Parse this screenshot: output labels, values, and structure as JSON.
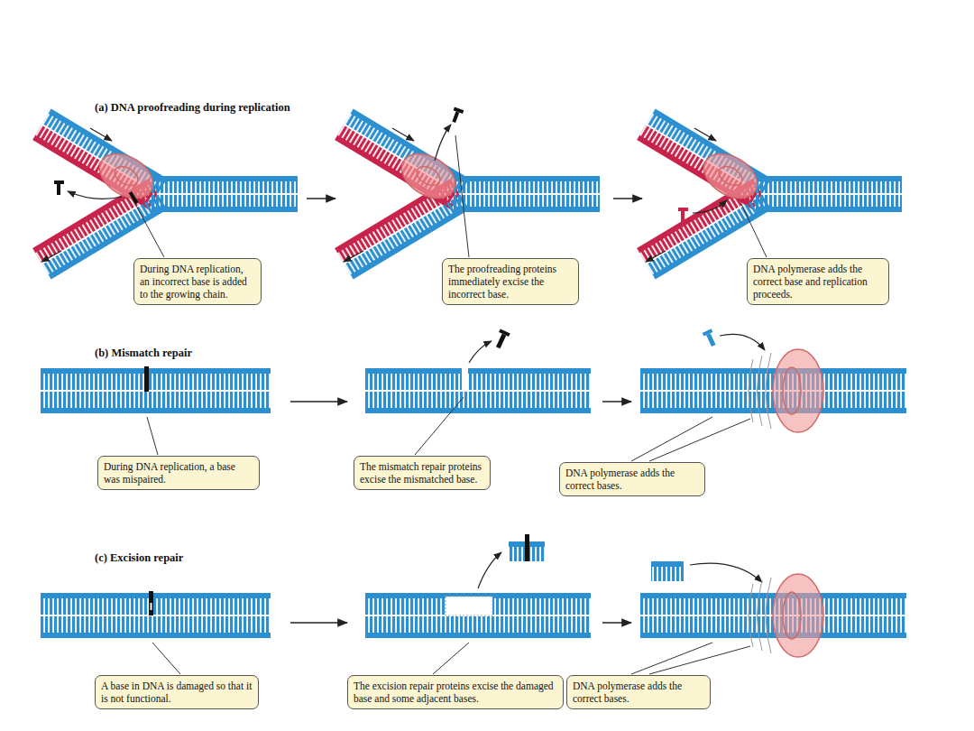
{
  "diagram": {
    "nodes": [
      {
        "text": [
          "During DNA replication, an incorrect base is added to the growing chain."
        ]
      },
      {
        "text": [
          "The proofreading proteins immediately excise the incorrect base."
        ]
      },
      {
        "text": [
          "DNA polymerase adds the correct base and replication proceeds."
        ]
      },
      {
        "text": [
          "During DNA replication, a base was mispaired."
        ]
      },
      {
        "text": [
          "The mismatch repair proteins excise the mismatched base."
        ]
      },
      {
        "text": [
          "DNA polymerase adds the correct bases."
        ]
      },
      {
        "text": [
          "A base in DNA is damaged so that it is not functional."
        ]
      },
      {
        "text": [
          "The excision repair proteins excise the damaged base and some adjacent bases."
        ]
      },
      {
        "text": [
          "DNA polymerase adds the correct bases."
        ]
      }
    ],
    "labels": [
      "(a) DNA proofreading during replication",
      "(b) Mismatch repair",
      "(c) Excision repair"
    ]
  }
}
